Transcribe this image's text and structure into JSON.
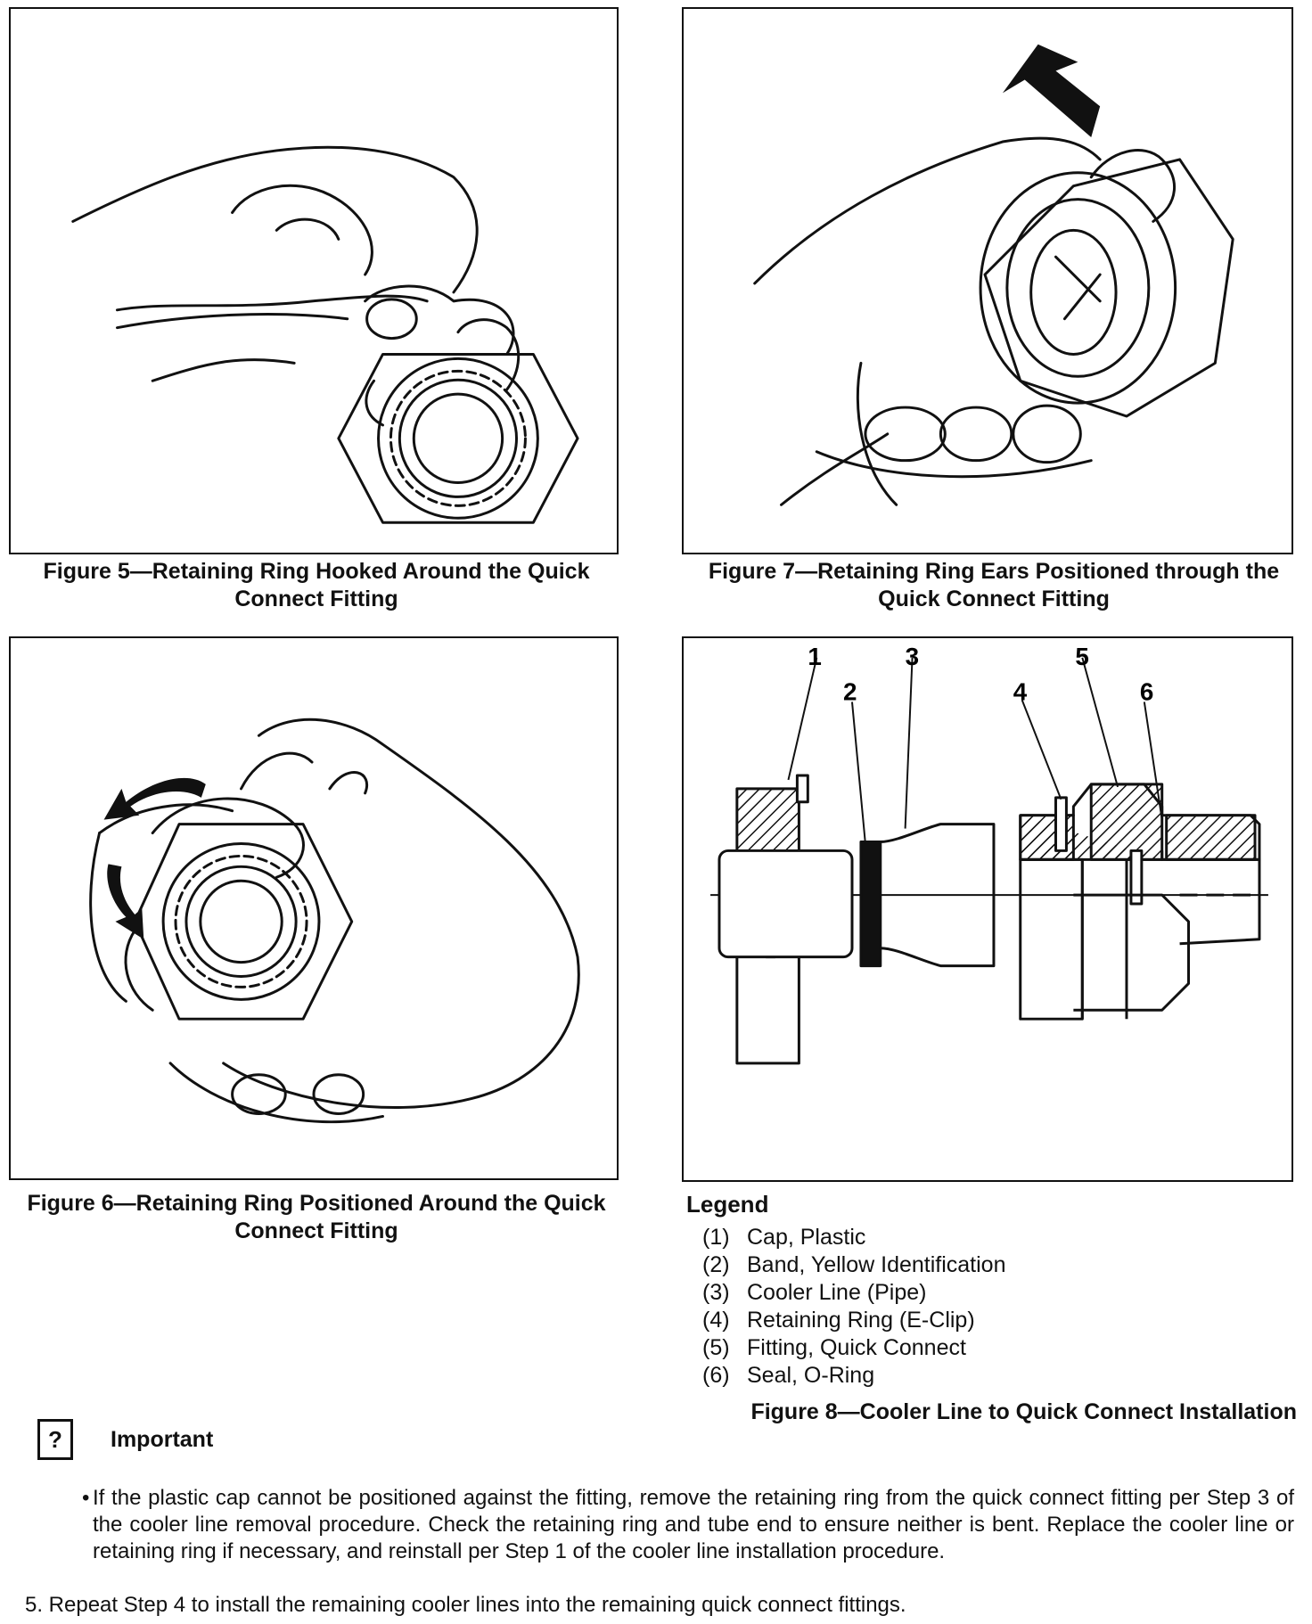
{
  "figures": {
    "fig5": {
      "caption": "Figure 5—Retaining Ring Hooked Around the Quick Connect Fitting"
    },
    "fig7": {
      "caption": "Figure 7—Retaining Ring Ears Positioned through the Quick Connect Fitting"
    },
    "fig6": {
      "caption": "Figure 6—Retaining Ring Positioned Around the Quick Connect Fitting"
    },
    "fig8": {
      "caption": "Figure 8—Cooler Line to Quick Connect Installation",
      "callouts": [
        "1",
        "2",
        "3",
        "4",
        "5",
        "6"
      ]
    }
  },
  "legend": {
    "title": "Legend",
    "items": [
      {
        "num": "(1)",
        "text": "Cap, Plastic"
      },
      {
        "num": "(2)",
        "text": "Band, Yellow Identification"
      },
      {
        "num": "(3)",
        "text": "Cooler Line (Pipe)"
      },
      {
        "num": "(4)",
        "text": "Retaining Ring (E-Clip)"
      },
      {
        "num": "(5)",
        "text": "Fitting, Quick Connect"
      },
      {
        "num": "(6)",
        "text": "Seal, O-Ring"
      }
    ]
  },
  "important": {
    "icon": "?",
    "label": "Important",
    "note": "If the plastic cap cannot be positioned against the fitting, remove the retaining ring from the quick connect fitting per Step 3 of the cooler line removal procedure. Check the retaining ring and tube end to ensure neither is bent. Replace the cooler line or retaining ring if necessary, and reinstall per Step 1 of the cooler line installation procedure."
  },
  "step5": "5. Repeat Step 4 to install the remaining cooler lines into the remaining quick connect fittings."
}
